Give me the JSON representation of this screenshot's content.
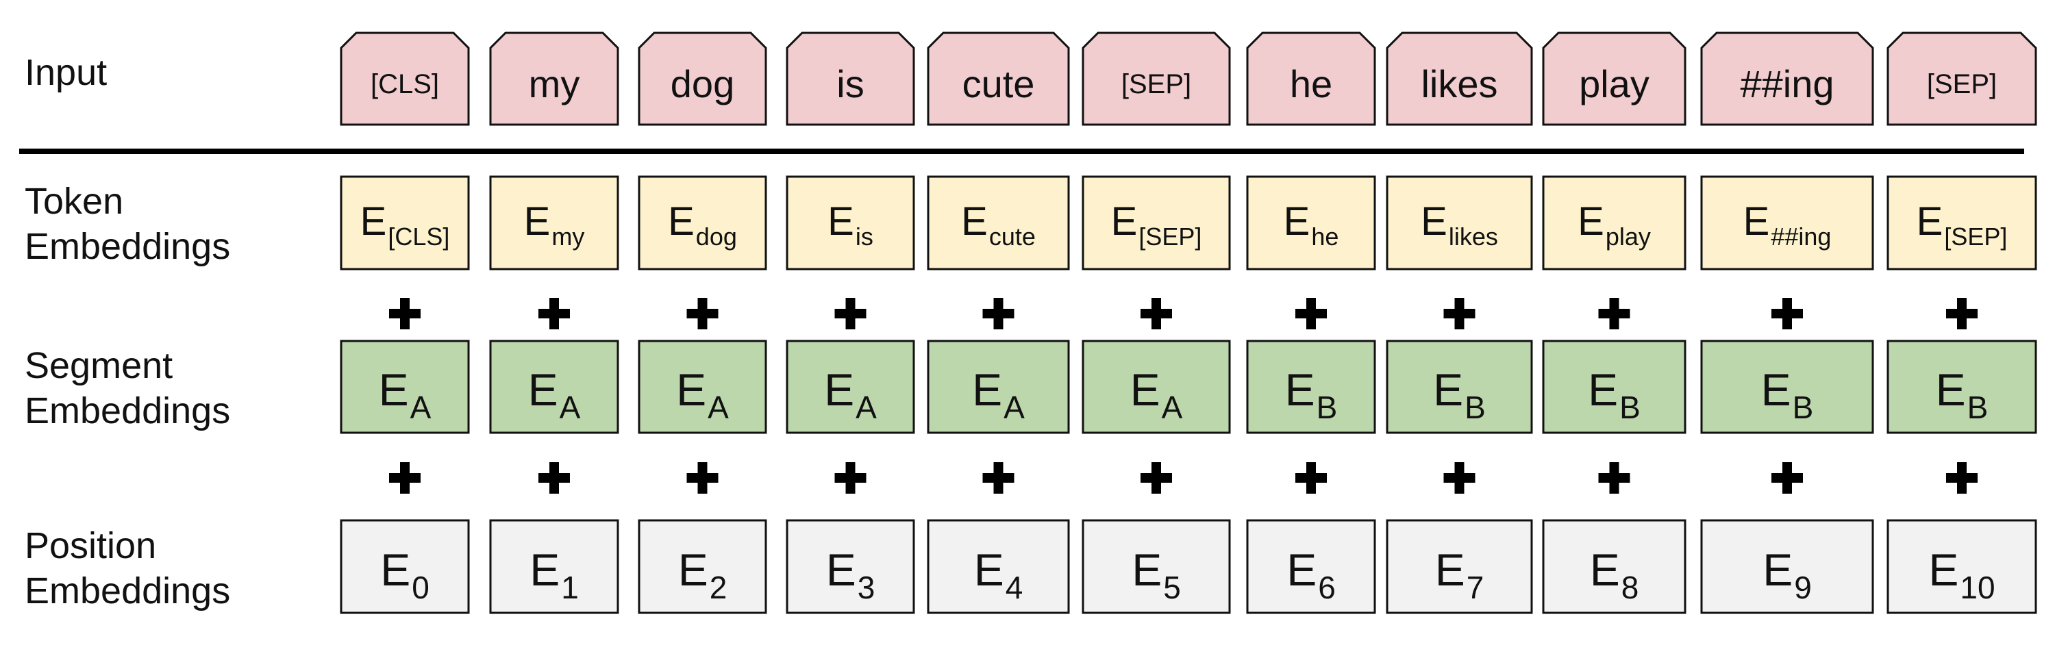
{
  "labels": {
    "input": [
      "Input"
    ],
    "token": [
      "Token",
      "Embeddings"
    ],
    "segment": [
      "Segment",
      "Embeddings"
    ],
    "position": [
      "Position",
      "Embeddings"
    ]
  },
  "embedding_symbol": "E",
  "plus_symbol": "+",
  "tokens": [
    {
      "input": "[CLS]",
      "token_sub": "[CLS]",
      "segment_sub": "A",
      "position_sub": "0"
    },
    {
      "input": "my",
      "token_sub": "my",
      "segment_sub": "A",
      "position_sub": "1"
    },
    {
      "input": "dog",
      "token_sub": "dog",
      "segment_sub": "A",
      "position_sub": "2"
    },
    {
      "input": "is",
      "token_sub": "is",
      "segment_sub": "A",
      "position_sub": "3"
    },
    {
      "input": "cute",
      "token_sub": "cute",
      "segment_sub": "A",
      "position_sub": "4"
    },
    {
      "input": "[SEP]",
      "token_sub": "[SEP]",
      "segment_sub": "A",
      "position_sub": "5"
    },
    {
      "input": "he",
      "token_sub": "he",
      "segment_sub": "B",
      "position_sub": "6"
    },
    {
      "input": "likes",
      "token_sub": "likes",
      "segment_sub": "B",
      "position_sub": "7"
    },
    {
      "input": "play",
      "token_sub": "play",
      "segment_sub": "B",
      "position_sub": "8"
    },
    {
      "input": "##ing",
      "token_sub": "##ing",
      "segment_sub": "B",
      "position_sub": "9"
    },
    {
      "input": "[SEP]",
      "token_sub": "[SEP]",
      "segment_sub": "B",
      "position_sub": "10"
    }
  ],
  "colors": {
    "input_fill": "#f2cdcf",
    "token_fill": "#fdf2cd",
    "segment_fill": "#bdd7ad",
    "position_fill": "#f2f2f2",
    "border": "#111111",
    "separator": "#000000",
    "text": "#111111"
  }
}
